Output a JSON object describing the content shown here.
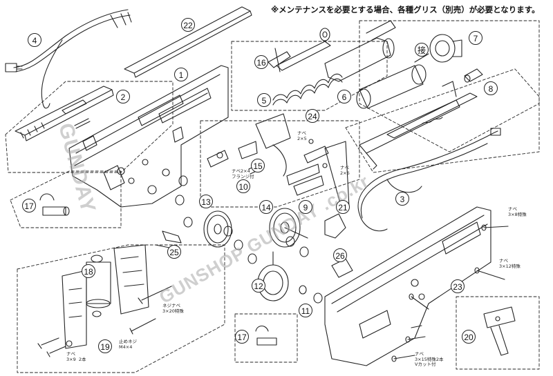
{
  "header_note": "※メンテナンスを必要とする場合、各種グリス（別売）が必要となります。",
  "callouts": [
    {
      "id": "p1",
      "label": "1"
    },
    {
      "id": "p2",
      "label": "2"
    },
    {
      "id": "p3",
      "label": "3"
    },
    {
      "id": "p4",
      "label": "4"
    },
    {
      "id": "p5",
      "label": "5"
    },
    {
      "id": "p6",
      "label": "6"
    },
    {
      "id": "p7",
      "label": "7"
    },
    {
      "id": "p8",
      "label": "8"
    },
    {
      "id": "p9",
      "label": "9"
    },
    {
      "id": "p10",
      "label": "10"
    },
    {
      "id": "p11",
      "label": "11"
    },
    {
      "id": "p12",
      "label": "12"
    },
    {
      "id": "p13",
      "label": "13"
    },
    {
      "id": "p14",
      "label": "14"
    },
    {
      "id": "p15",
      "label": "15"
    },
    {
      "id": "p16",
      "label": "16"
    },
    {
      "id": "p17a",
      "label": "17"
    },
    {
      "id": "p17b",
      "label": "17"
    },
    {
      "id": "p18",
      "label": "18"
    },
    {
      "id": "p19",
      "label": "19"
    },
    {
      "id": "p20",
      "label": "20"
    },
    {
      "id": "p21",
      "label": "21"
    },
    {
      "id": "p22",
      "label": "22"
    },
    {
      "id": "p23",
      "label": "23"
    },
    {
      "id": "p24",
      "label": "24"
    },
    {
      "id": "p25",
      "label": "25"
    },
    {
      "id": "p26",
      "label": "26"
    },
    {
      "id": "pSetsu",
      "label": "接"
    }
  ],
  "screw_labels": [
    {
      "id": "s1",
      "text": "ナベ\n2×5"
    },
    {
      "id": "s2",
      "text": "ナベ\n2×6"
    },
    {
      "id": "s3",
      "text": "ナベ2×4\nフランジ付"
    },
    {
      "id": "s4",
      "text": "ナベ\n3×8特殊"
    },
    {
      "id": "s5",
      "text": "ナベ\n3×12特殊"
    },
    {
      "id": "s6",
      "text": "ネジナベ\n3×20特殊"
    },
    {
      "id": "s7",
      "text": "止めネジ\nM4×4"
    },
    {
      "id": "s8",
      "text": "ナベ\n3×9  2本"
    },
    {
      "id": "s9",
      "text": "ナベ\n3×15特殊2本\nVカット付"
    }
  ],
  "watermark": {
    "left": "GUNDAY",
    "bottom": "GUNSHOP GUNDAY .co.kr"
  }
}
